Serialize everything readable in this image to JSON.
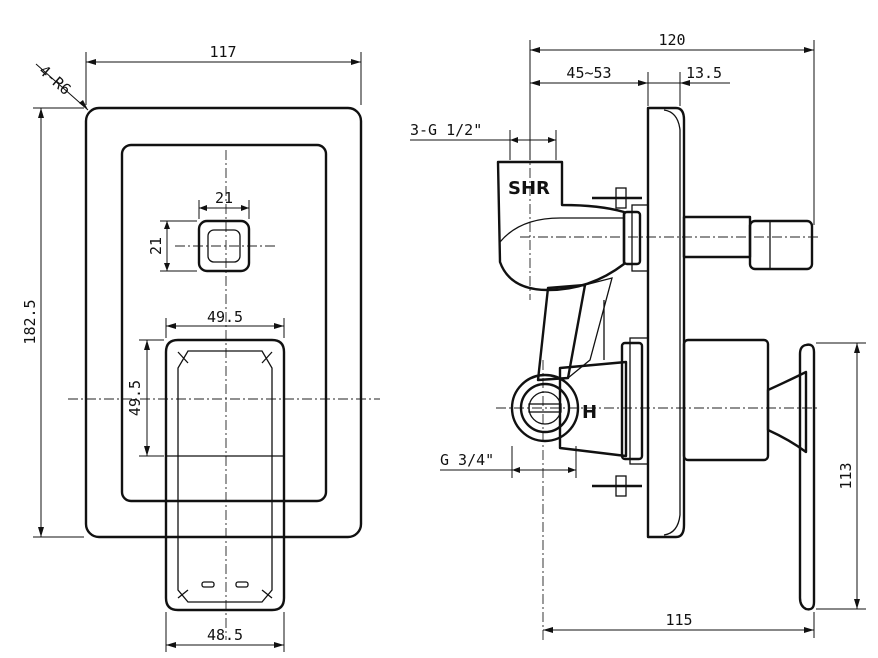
{
  "colors": {
    "line": "#111111",
    "background": "#ffffff"
  },
  "front_view": {
    "dim_width_total": "117",
    "dim_corner_radius": "4-R6",
    "dim_height_total": "182.5",
    "dim_knob_width": "21",
    "dim_knob_height": "21",
    "dim_lever_width": "49.5",
    "dim_lever_height": "49.5",
    "dim_lever_bottom_width": "48.5"
  },
  "side_view": {
    "dim_depth_total": "120",
    "dim_depth_range": "45~53",
    "dim_plate_thickness": "13.5",
    "dim_outlet_thread": "3-G 1/2\"",
    "dim_inlet_thread": "G 3/4\"",
    "dim_body_depth": "115",
    "dim_cover_height": "113",
    "logo_text": "SHR",
    "hot_marker": "H"
  }
}
